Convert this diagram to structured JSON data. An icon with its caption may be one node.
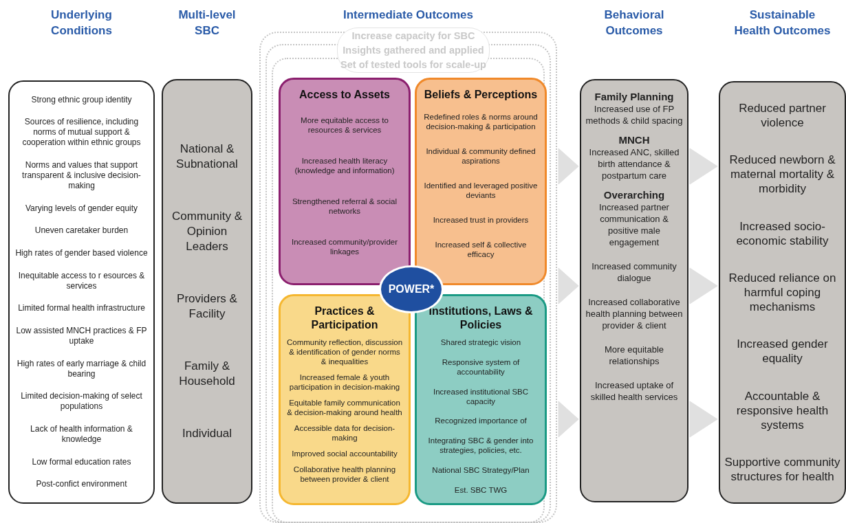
{
  "diagram": {
    "nodes": [
      {
        "text": [
          "Underlying Conditions",
          "Strong ethnic group identity",
          "Sources of resilience, including norms of mutual support & cooperation within ethnic groups",
          "Norms and values that support transparent & inclusive decision-making",
          "Varying levels of gender equity",
          "Uneven caretaker burden",
          "High rates of gender based violence",
          "Inequitable access to r esources & services",
          "Limited formal health infrastructure",
          "Low assisted MNCH practices & FP uptake",
          "High rates of early marriage & child bearing",
          "Limited decision-making of select populations",
          "Lack of health information & knowledge",
          "Low formal education rates",
          "Post-confict environment"
        ]
      },
      {
        "text": [
          "Multi-level SBC",
          "National & Subnational",
          "Community & Opinion Leaders",
          "Providers & Facility",
          "Family & Household",
          "Individual"
        ]
      },
      {
        "text": [
          "Intermediate Outcomes"
        ]
      },
      {
        "text": [
          "Increase capacity for SBC",
          "Insights gathered and applied",
          "Set of tested tools for scale-up"
        ],
        "in": 2
      },
      {
        "text": [
          "Access to Assets",
          "More equitable access to resources & services",
          "Increased health literacy (knowledge and information)",
          "Strengthened referral & social networks",
          "Increased community/provider linkages"
        ],
        "in": 2
      },
      {
        "text": [
          "Beliefs & Perceptions",
          "Redefined roles & norms around decision-making & participation",
          "Individual & community defined aspirations",
          "Identified and leveraged positive deviants",
          "Increased trust in providers",
          "Increased self & collective efficacy"
        ],
        "in": 2
      },
      {
        "text": [
          "Practices & Participation",
          "Community reflection, discussion & identification of gender norms & inequalities",
          "Increased female & youth participation in decision-making",
          "Equitable family communication & decision-making around health",
          "Accessible data for decision-making",
          "Improved social accountability",
          "Collaborative health planning between provider & client"
        ],
        "in": 2
      },
      {
        "text": [
          "Institutions, Laws & Policies",
          "Shared strategic vision",
          "Responsive system of accountability",
          "Increased institutional SBC capacity",
          "Recognized importance of",
          "Integrating SBC & gender into strategies, policies, etc.",
          "National SBC Strategy/Plan",
          "Est. SBC TWG"
        ],
        "in": 2
      },
      {
        "text": [
          "POWER*"
        ],
        "in": 2
      },
      {
        "text": [
          "Behavioral Outcomes",
          "Family Planning",
          "Increased use of FP methods & child spacing",
          "MNCH",
          "Increased ANC, skilled birth attendance & postpartum care",
          "Overarching",
          "Increased partner communication & positive male engagement",
          "Increased community dialogue",
          "Increased collaborative health planning between provider & client",
          "More equitable relationships",
          "Increased uptake of skilled health services"
        ]
      },
      {
        "text": [
          "Sustainable Health Outcomes",
          "Reduced partner violence",
          "Reduced newborn & maternal mortality & morbidity",
          "Increased socio-economic stability",
          "Reduced reliance on harmful coping mechanisms",
          "Increased gender equality",
          "Accountable & responsive health systems",
          "Supportive community structures for health"
        ]
      }
    ],
    "edges": [
      {
        "from": 2,
        "to": 9,
        "arrow": "to",
        "color": "#e0e0e0"
      },
      {
        "from": 2,
        "to": 9,
        "arrow": "to",
        "color": "#e0e0e0"
      },
      {
        "from": 2,
        "to": 9,
        "arrow": "to",
        "color": "#e0e0e0"
      },
      {
        "from": 9,
        "to": 10,
        "arrow": "to",
        "color": "#e0e0e0"
      },
      {
        "from": 9,
        "to": 10,
        "arrow": "to",
        "color": "#e0e0e0"
      },
      {
        "from": 9,
        "to": 10,
        "arrow": "to",
        "color": "#e0e0e0"
      }
    ]
  }
}
